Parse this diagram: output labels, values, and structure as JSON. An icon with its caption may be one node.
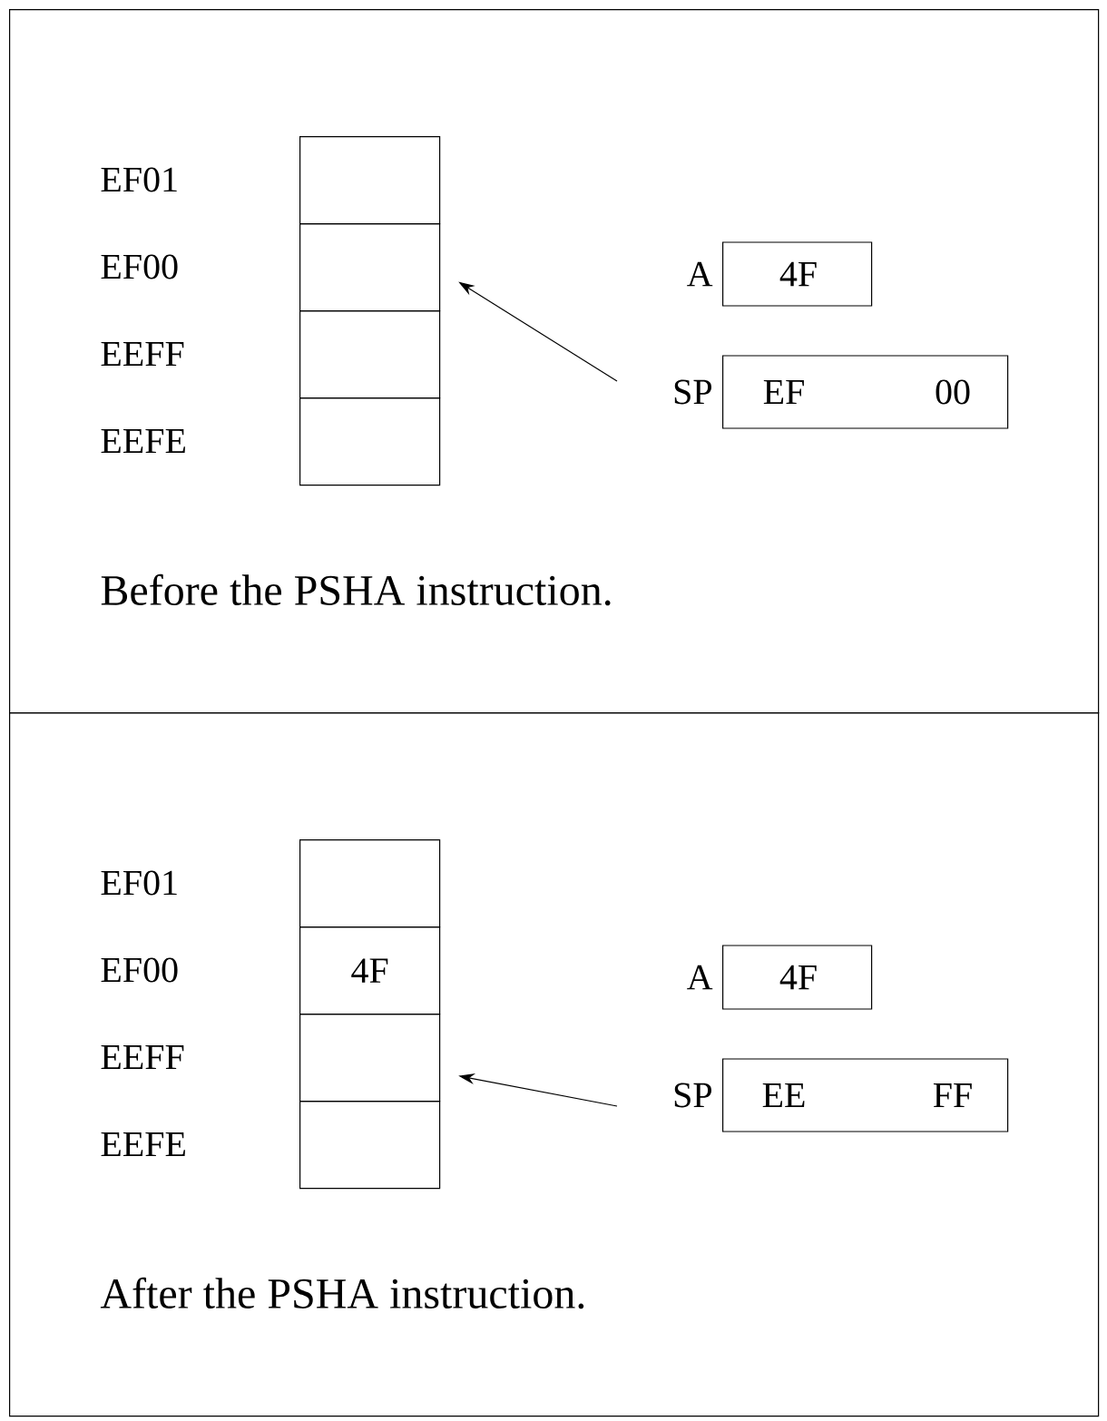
{
  "diagram": {
    "nodes": [
      {
        "text": [
          "Before the PSHA instruction."
        ]
      },
      {
        "text": [],
        "shape": "box",
        "in": 0,
        "beside": [
          "EF01"
        ]
      },
      {
        "text": [],
        "shape": "box",
        "in": 0,
        "beside": [
          "EF00"
        ]
      },
      {
        "text": [],
        "shape": "box",
        "in": 0,
        "beside": [
          "EEFF"
        ]
      },
      {
        "text": [],
        "shape": "box",
        "in": 0,
        "beside": [
          "EEFE"
        ]
      },
      {
        "text": [
          "4F"
        ],
        "in": 0,
        "beside": [
          "A"
        ]
      },
      {
        "text": [
          "EF",
          "00"
        ],
        "in": 0,
        "beside": [
          "SP"
        ]
      },
      {
        "text": [
          "After the PSHA instruction."
        ]
      },
      {
        "text": [],
        "shape": "box",
        "in": 7,
        "beside": [
          "EF01"
        ]
      },
      {
        "text": [
          "4F"
        ],
        "in": 7,
        "beside": [
          "EF00"
        ]
      },
      {
        "text": [],
        "shape": "box",
        "in": 7,
        "beside": [
          "EEFF"
        ]
      },
      {
        "text": [],
        "shape": "box",
        "in": 7,
        "beside": [
          "EEFE"
        ]
      },
      {
        "text": [
          "4F"
        ],
        "in": 7,
        "beside": [
          "A"
        ]
      },
      {
        "text": [
          "EE",
          "FF"
        ],
        "in": 7,
        "beside": [
          "SP"
        ]
      }
    ],
    "edges": [
      {
        "from": 6,
        "to": 2,
        "arrow": "to"
      },
      {
        "from": 13,
        "to": 10,
        "arrow": "to"
      }
    ]
  }
}
